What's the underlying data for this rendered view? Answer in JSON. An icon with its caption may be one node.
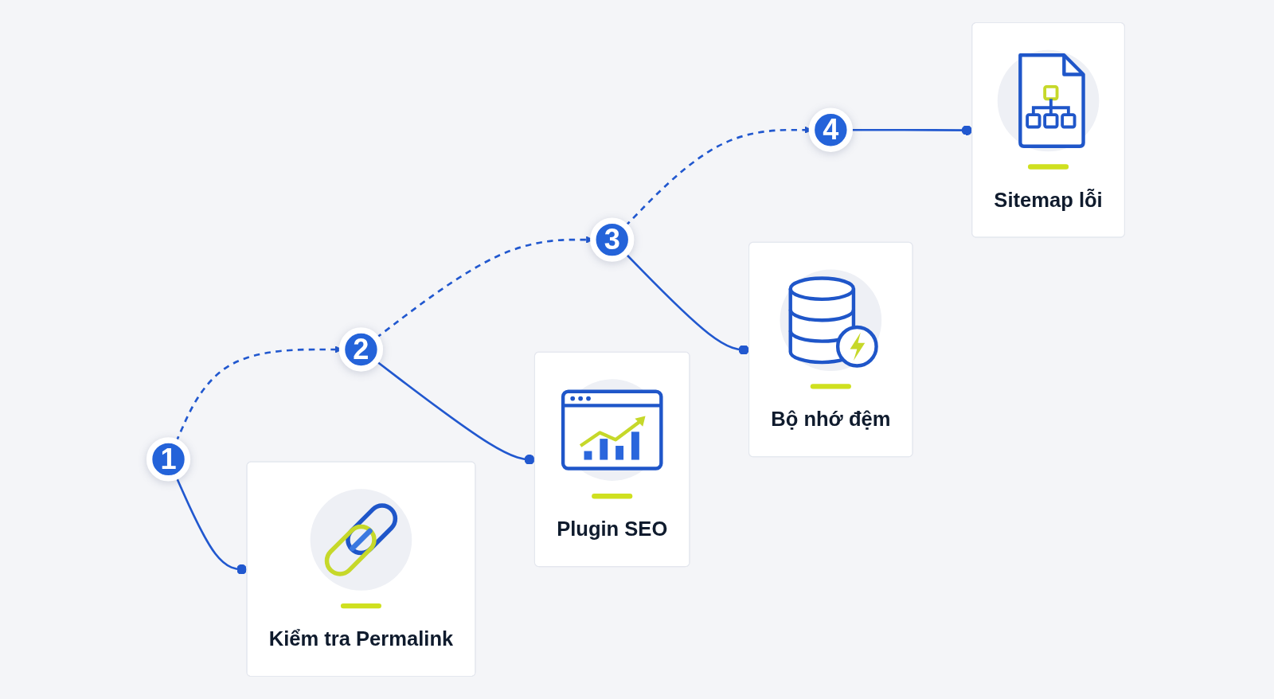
{
  "diagram": {
    "nodes": [
      {
        "text": [
          "1"
        ]
      },
      {
        "text": [
          "2"
        ]
      },
      {
        "text": [
          "3"
        ]
      },
      {
        "text": [
          "4"
        ]
      },
      {
        "text": [
          "Kiểm tra Permalink"
        ]
      },
      {
        "text": [
          "Plugin SEO"
        ]
      },
      {
        "text": [
          "Bộ nhớ đệm"
        ]
      },
      {
        "text": [
          "Sitemap lỗi"
        ]
      }
    ],
    "edges": [
      {
        "from": 0,
        "to": 1,
        "arrow": "to",
        "style": "dashed"
      },
      {
        "from": 1,
        "to": 2,
        "arrow": "to",
        "style": "dashed"
      },
      {
        "from": 2,
        "to": 3,
        "arrow": "to",
        "style": "dashed"
      },
      {
        "from": 0,
        "to": 4,
        "arrow": "other"
      },
      {
        "from": 1,
        "to": 5,
        "arrow": "other"
      },
      {
        "from": 2,
        "to": 6,
        "arrow": "other"
      },
      {
        "from": 3,
        "to": 7,
        "arrow": "other"
      }
    ]
  }
}
